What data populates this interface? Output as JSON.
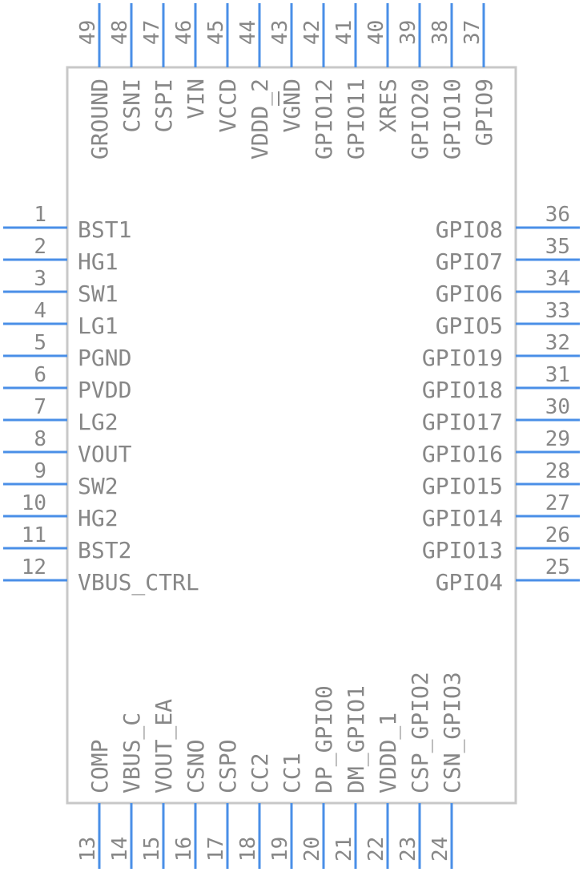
{
  "colors": {
    "pin": "#4a8fe7",
    "body_stroke": "#c8c8c8",
    "text": "#878787"
  },
  "left_pins": [
    {
      "num": "1",
      "name": "BST1"
    },
    {
      "num": "2",
      "name": "HG1"
    },
    {
      "num": "3",
      "name": "SW1"
    },
    {
      "num": "4",
      "name": "LG1"
    },
    {
      "num": "5",
      "name": "PGND"
    },
    {
      "num": "6",
      "name": "PVDD"
    },
    {
      "num": "7",
      "name": "LG2"
    },
    {
      "num": "8",
      "name": "VOUT"
    },
    {
      "num": "9",
      "name": "SW2"
    },
    {
      "num": "10",
      "name": "HG2"
    },
    {
      "num": "11",
      "name": "BST2"
    },
    {
      "num": "12",
      "name": "VBUS_CTRL"
    }
  ],
  "bottom_pins": [
    {
      "num": "13",
      "name": "COMP"
    },
    {
      "num": "14",
      "name": "VBUS_C"
    },
    {
      "num": "15",
      "name": "VOUT_EA"
    },
    {
      "num": "16",
      "name": "CSNO"
    },
    {
      "num": "17",
      "name": "CSPO"
    },
    {
      "num": "18",
      "name": "CC2"
    },
    {
      "num": "19",
      "name": "CC1"
    },
    {
      "num": "20",
      "name": "DP_GPIO0"
    },
    {
      "num": "21",
      "name": "DM_GPIO1"
    },
    {
      "num": "22",
      "name": "VDDD_1"
    },
    {
      "num": "23",
      "name": "CSP_GPIO2"
    },
    {
      "num": "24",
      "name": "CSN_GPIO3"
    }
  ],
  "right_pins": [
    {
      "num": "25",
      "name": "GPIO4"
    },
    {
      "num": "26",
      "name": "GPIO13"
    },
    {
      "num": "27",
      "name": "GPIO14"
    },
    {
      "num": "28",
      "name": "GPIO15"
    },
    {
      "num": "29",
      "name": "GPIO16"
    },
    {
      "num": "30",
      "name": "GPIO17"
    },
    {
      "num": "31",
      "name": "GPIO18"
    },
    {
      "num": "32",
      "name": "GPIO19"
    },
    {
      "num": "33",
      "name": "GPIO5"
    },
    {
      "num": "34",
      "name": "GPIO6"
    },
    {
      "num": "35",
      "name": "GPIO7"
    },
    {
      "num": "36",
      "name": "GPIO8"
    }
  ],
  "top_pins": [
    {
      "num": "37",
      "name": "GPIO9"
    },
    {
      "num": "38",
      "name": "GPIO10"
    },
    {
      "num": "39",
      "name": "GPIO20"
    },
    {
      "num": "40",
      "name": "XRES"
    },
    {
      "num": "41",
      "name": "GPIO11"
    },
    {
      "num": "42",
      "name": "GPIO12"
    },
    {
      "num": "43",
      "name": "VGND"
    },
    {
      "num": "44",
      "name": "VDDD_2"
    },
    {
      "num": "45",
      "name": "VCCD"
    },
    {
      "num": "46",
      "name": "VIN"
    },
    {
      "num": "47",
      "name": "CSPI"
    },
    {
      "num": "48",
      "name": "CSNI"
    },
    {
      "num": "49",
      "name": "GROUND"
    }
  ]
}
